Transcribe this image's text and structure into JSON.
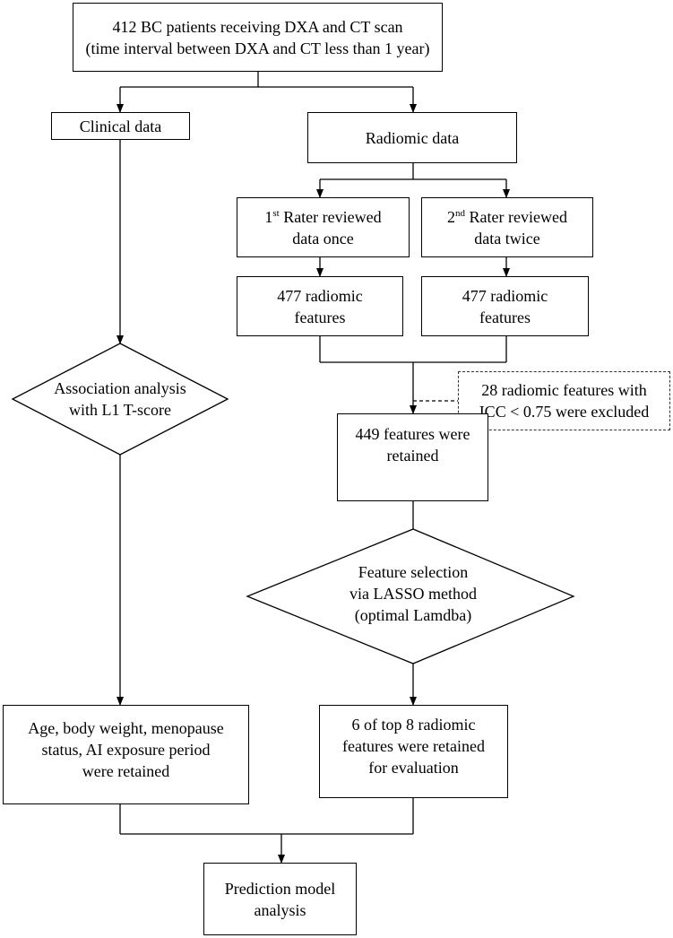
{
  "nodes": {
    "top": {
      "line1": "412 BC patients receiving DXA and CT scan",
      "line2": "(time interval between DXA and CT less than 1 year)"
    },
    "clinical": {
      "label": "Clinical data"
    },
    "radiomic": {
      "label": "Radiomic data"
    },
    "rater1": {
      "ordinal": "1",
      "ordinal_sup": "st",
      "line1_rest": " Rater reviewed",
      "line2": "data once"
    },
    "rater2": {
      "ordinal": "2",
      "ordinal_sup": "nd",
      "line1_rest": " Rater reviewed",
      "line2": "data twice"
    },
    "features1": {
      "line1": "477 radiomic",
      "line2": "features"
    },
    "features2": {
      "line1": "477 radiomic",
      "line2": "features"
    },
    "excluded": {
      "line1": "28 radiomic features with",
      "line2": "ICC < 0.75 were excluded"
    },
    "association": {
      "line1": "Association analysis",
      "line2": "with L1 T-score"
    },
    "retained449": {
      "line1": "449 features were",
      "line2": "retained"
    },
    "lasso": {
      "line1": "Feature selection",
      "line2": "via LASSO method",
      "line3": "(optimal Lamdba)"
    },
    "clinical_retained": {
      "line1": "Age, body weight, menopause",
      "line2": "status, AI exposure period",
      "line3": "were retained"
    },
    "radiomic_retained": {
      "line1": "6 of top 8 radiomic",
      "line2": "features were retained",
      "line3": "for evaluation"
    },
    "prediction": {
      "line1": "Prediction model",
      "line2": "analysis"
    }
  }
}
